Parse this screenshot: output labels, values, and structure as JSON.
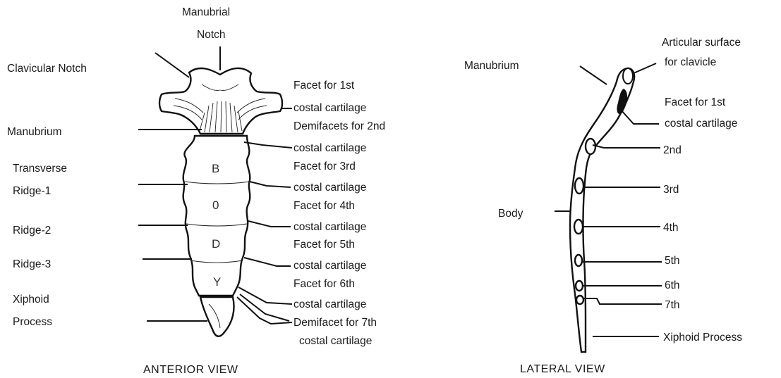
{
  "anterior": {
    "caption": "ANTERIOR VIEW",
    "body_letters": [
      "B",
      "0",
      "D",
      "Y"
    ],
    "left_labels": {
      "manubrial_notch_1": "Manubrial",
      "manubrial_notch_2": "Notch",
      "clavicular_notch": "Clavicular Notch",
      "manubrium": "Manubrium",
      "transverse_1": "Transverse",
      "transverse_2": "Ridge-1",
      "ridge_2": "Ridge-2",
      "ridge_3": "Ridge-3",
      "xiphoid_1": "Xiphoid",
      "xiphoid_2": "Process"
    },
    "right_labels": {
      "facet1_a": "Facet for 1st",
      "facet1_b": "costal cartilage",
      "demi2_a": "Demifacets for 2nd",
      "demi2_b": "costal cartilage",
      "facet3_a": "Facet for 3rd",
      "facet3_b": "costal cartilage",
      "facet4_a": "Facet for 4th",
      "facet4_b": "costal cartilage",
      "facet5_a": "Facet for 5th",
      "facet5_b": "costal cartilage",
      "facet6_a": "Facet for 6th",
      "facet6_b": "costal cartilage",
      "demi7_a": "Demifacet for 7th",
      "demi7_b": "costal cartilage"
    }
  },
  "lateral": {
    "caption": "LATERAL VIEW",
    "manubrium": "Manubrium",
    "articular_1": "Articular surface",
    "articular_2": "for clavicle",
    "facet1_a": "Facet for 1st",
    "facet1_b": "costal cartilage",
    "rib_2": "2nd",
    "rib_3": "3rd",
    "rib_4": "4th",
    "rib_5": "5th",
    "rib_6": "6th",
    "rib_7": "7th",
    "body": "Body",
    "xiphoid": "Xiphoid Process"
  }
}
